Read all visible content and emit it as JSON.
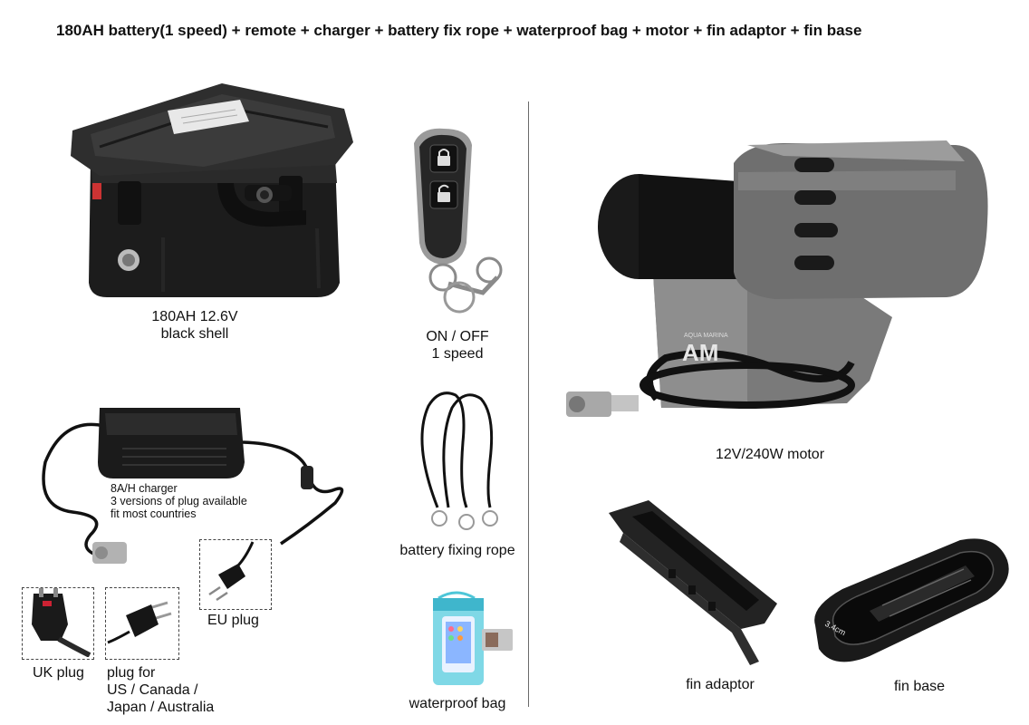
{
  "header": {
    "title": "180AH battery(1 speed) + remote + charger + battery fix rope + waterproof bag + motor   + fin adaptor + fin base"
  },
  "battery": {
    "caption_line1": "180AH 12.6V",
    "caption_line2": "black shell"
  },
  "remote": {
    "caption_line1": "ON / OFF",
    "caption_line2": "1 speed"
  },
  "motor": {
    "caption": "12V/240W motor",
    "brand_mark": "AM",
    "brand_text": "AQUA MARINA"
  },
  "charger": {
    "line1": "8A/H charger",
    "line2": "3 versions of plug available",
    "line3": "fit most countries"
  },
  "plugs": {
    "eu": "EU plug",
    "uk": "UK plug",
    "us_line1": "plug for",
    "us_line2": "US / Canada /",
    "us_line3": "Japan / Australia"
  },
  "rope": {
    "caption": "battery fixing rope"
  },
  "bag": {
    "caption": "waterproof bag"
  },
  "fin_adaptor": {
    "caption": "fin adaptor"
  },
  "fin_base": {
    "caption": "fin base",
    "mark": "3.4cm"
  }
}
